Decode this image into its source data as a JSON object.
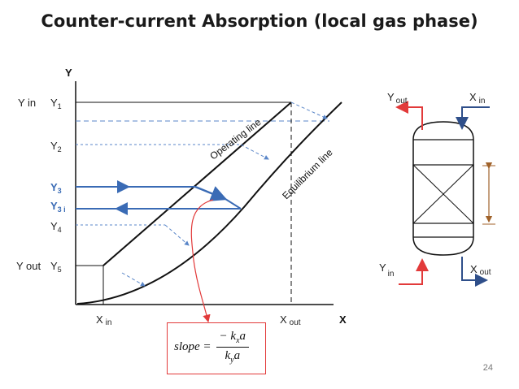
{
  "title": "Counter-current Absorption (local gas phase)",
  "axis": {
    "y": "Y",
    "x": "X"
  },
  "left_labels": {
    "y_in": "Y in",
    "y_out": "Y out"
  },
  "y_ticks": {
    "y1": "Y",
    "y1_sub": "1",
    "y2": "Y",
    "y2_sub": "2",
    "y3": "Y",
    "y3_sub": "3",
    "y3i": "Y",
    "y3i_sub": "3 i",
    "y4": "Y",
    "y4_sub": "4",
    "y5": "Y",
    "y5_sub": "5"
  },
  "x_ticks": {
    "x_in": "X",
    "x_in_sub": "in",
    "x_out": "X",
    "x_out_sub": "out"
  },
  "curves": {
    "operating": "Operating line",
    "equilibrium": "Equilibrium line"
  },
  "slope": {
    "lhs": "slope =",
    "num": "− k",
    "num_sub": "x",
    "num_tail": "a",
    "den": "k",
    "den_sub": "y",
    "den_tail": "a"
  },
  "column": {
    "y_out": "Y",
    "y_out_sub": "out",
    "x_in": "X",
    "x_in_sub": "in",
    "y_in": "Y",
    "y_in_sub": "in",
    "x_out": "X",
    "x_out_sub": "out"
  },
  "page_number": "24",
  "colors": {
    "blue": "#3a6bb5",
    "red": "#e23a3a",
    "brown": "#a0622a",
    "dash_blue": "#5a86c8"
  }
}
